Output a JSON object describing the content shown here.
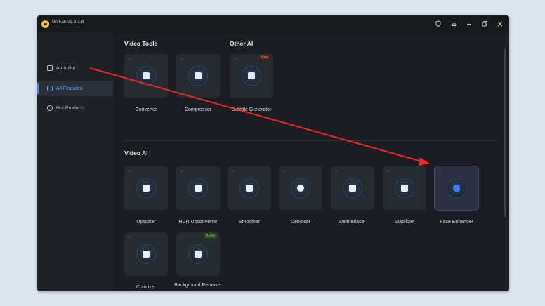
{
  "window": {
    "app_title": "UniFab v3.0.1.8",
    "controls": [
      "theme-icon",
      "menu-icon",
      "minimize-icon",
      "restore-icon",
      "close-icon"
    ]
  },
  "sidebar": {
    "items": [
      {
        "label": "Autopilot",
        "icon": "autopilot-icon",
        "active": false
      },
      {
        "label": "All Features",
        "icon": "grid-icon",
        "active": true
      },
      {
        "label": "Hot Products",
        "icon": "flame-icon",
        "active": false
      }
    ]
  },
  "video_tools": {
    "title": "Video Tools",
    "cards": [
      {
        "label": "Converter",
        "icon": "convert-icon"
      },
      {
        "label": "Compressor",
        "icon": "compress-icon"
      }
    ]
  },
  "other_ai": {
    "title": "Other AI",
    "cards": [
      {
        "label": "Subtitle Generator",
        "icon": "subtitle-icon",
        "badge": "New"
      }
    ]
  },
  "video_ai": {
    "title": "Video AI",
    "cards": [
      {
        "label": "Upscaler",
        "icon": "upscale-icon"
      },
      {
        "label": "HDR Upconverter",
        "icon": "hdr-icon"
      },
      {
        "label": "Smoother",
        "icon": "smooth-icon"
      },
      {
        "label": "Denoiser",
        "icon": "denoise-icon"
      },
      {
        "label": "Deinterlacer",
        "icon": "deinterlace-icon"
      },
      {
        "label": "Stabilizer",
        "icon": "stabilize-icon"
      },
      {
        "label": "Face Enhancer",
        "icon": "face-icon",
        "highlighted": true
      },
      {
        "label": "Colorizer",
        "icon": "colorize-icon"
      },
      {
        "label": "Background Remover",
        "icon": "bg-remove-icon",
        "badge": "BETA"
      }
    ]
  },
  "annotation": {
    "color": "#e8262b"
  }
}
